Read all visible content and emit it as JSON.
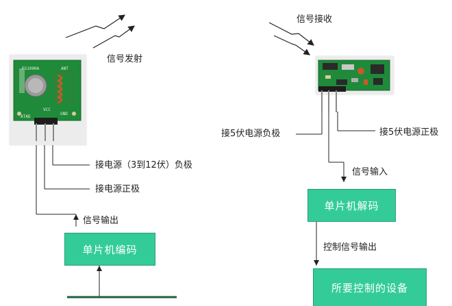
{
  "transmitter": {
    "caption": "信号发射",
    "chip_text": "FS1000A",
    "ant_text": "ANT",
    "atad_text": "ATAD",
    "vcc_text": "VCC",
    "gnd_text": "GND",
    "pin_neg_label": "接电源（3到12伏）负极",
    "pin_pos_label": "接电源正极",
    "out_label": "信号输出",
    "encoder_box": "单片机编码"
  },
  "receiver": {
    "caption": "信号接收",
    "pin_neg_label": "接5伏电源负极",
    "pin_pos_label": "接5伏电源正极",
    "in_label": "信号输入",
    "decoder_box": "单片机解码",
    "ctrl_label": "控制信号输出",
    "device_box": "所要控制的设备"
  },
  "colors": {
    "box_fill": "#33cc99",
    "pcb_green": "#1f8a3a",
    "line": "#222222"
  }
}
